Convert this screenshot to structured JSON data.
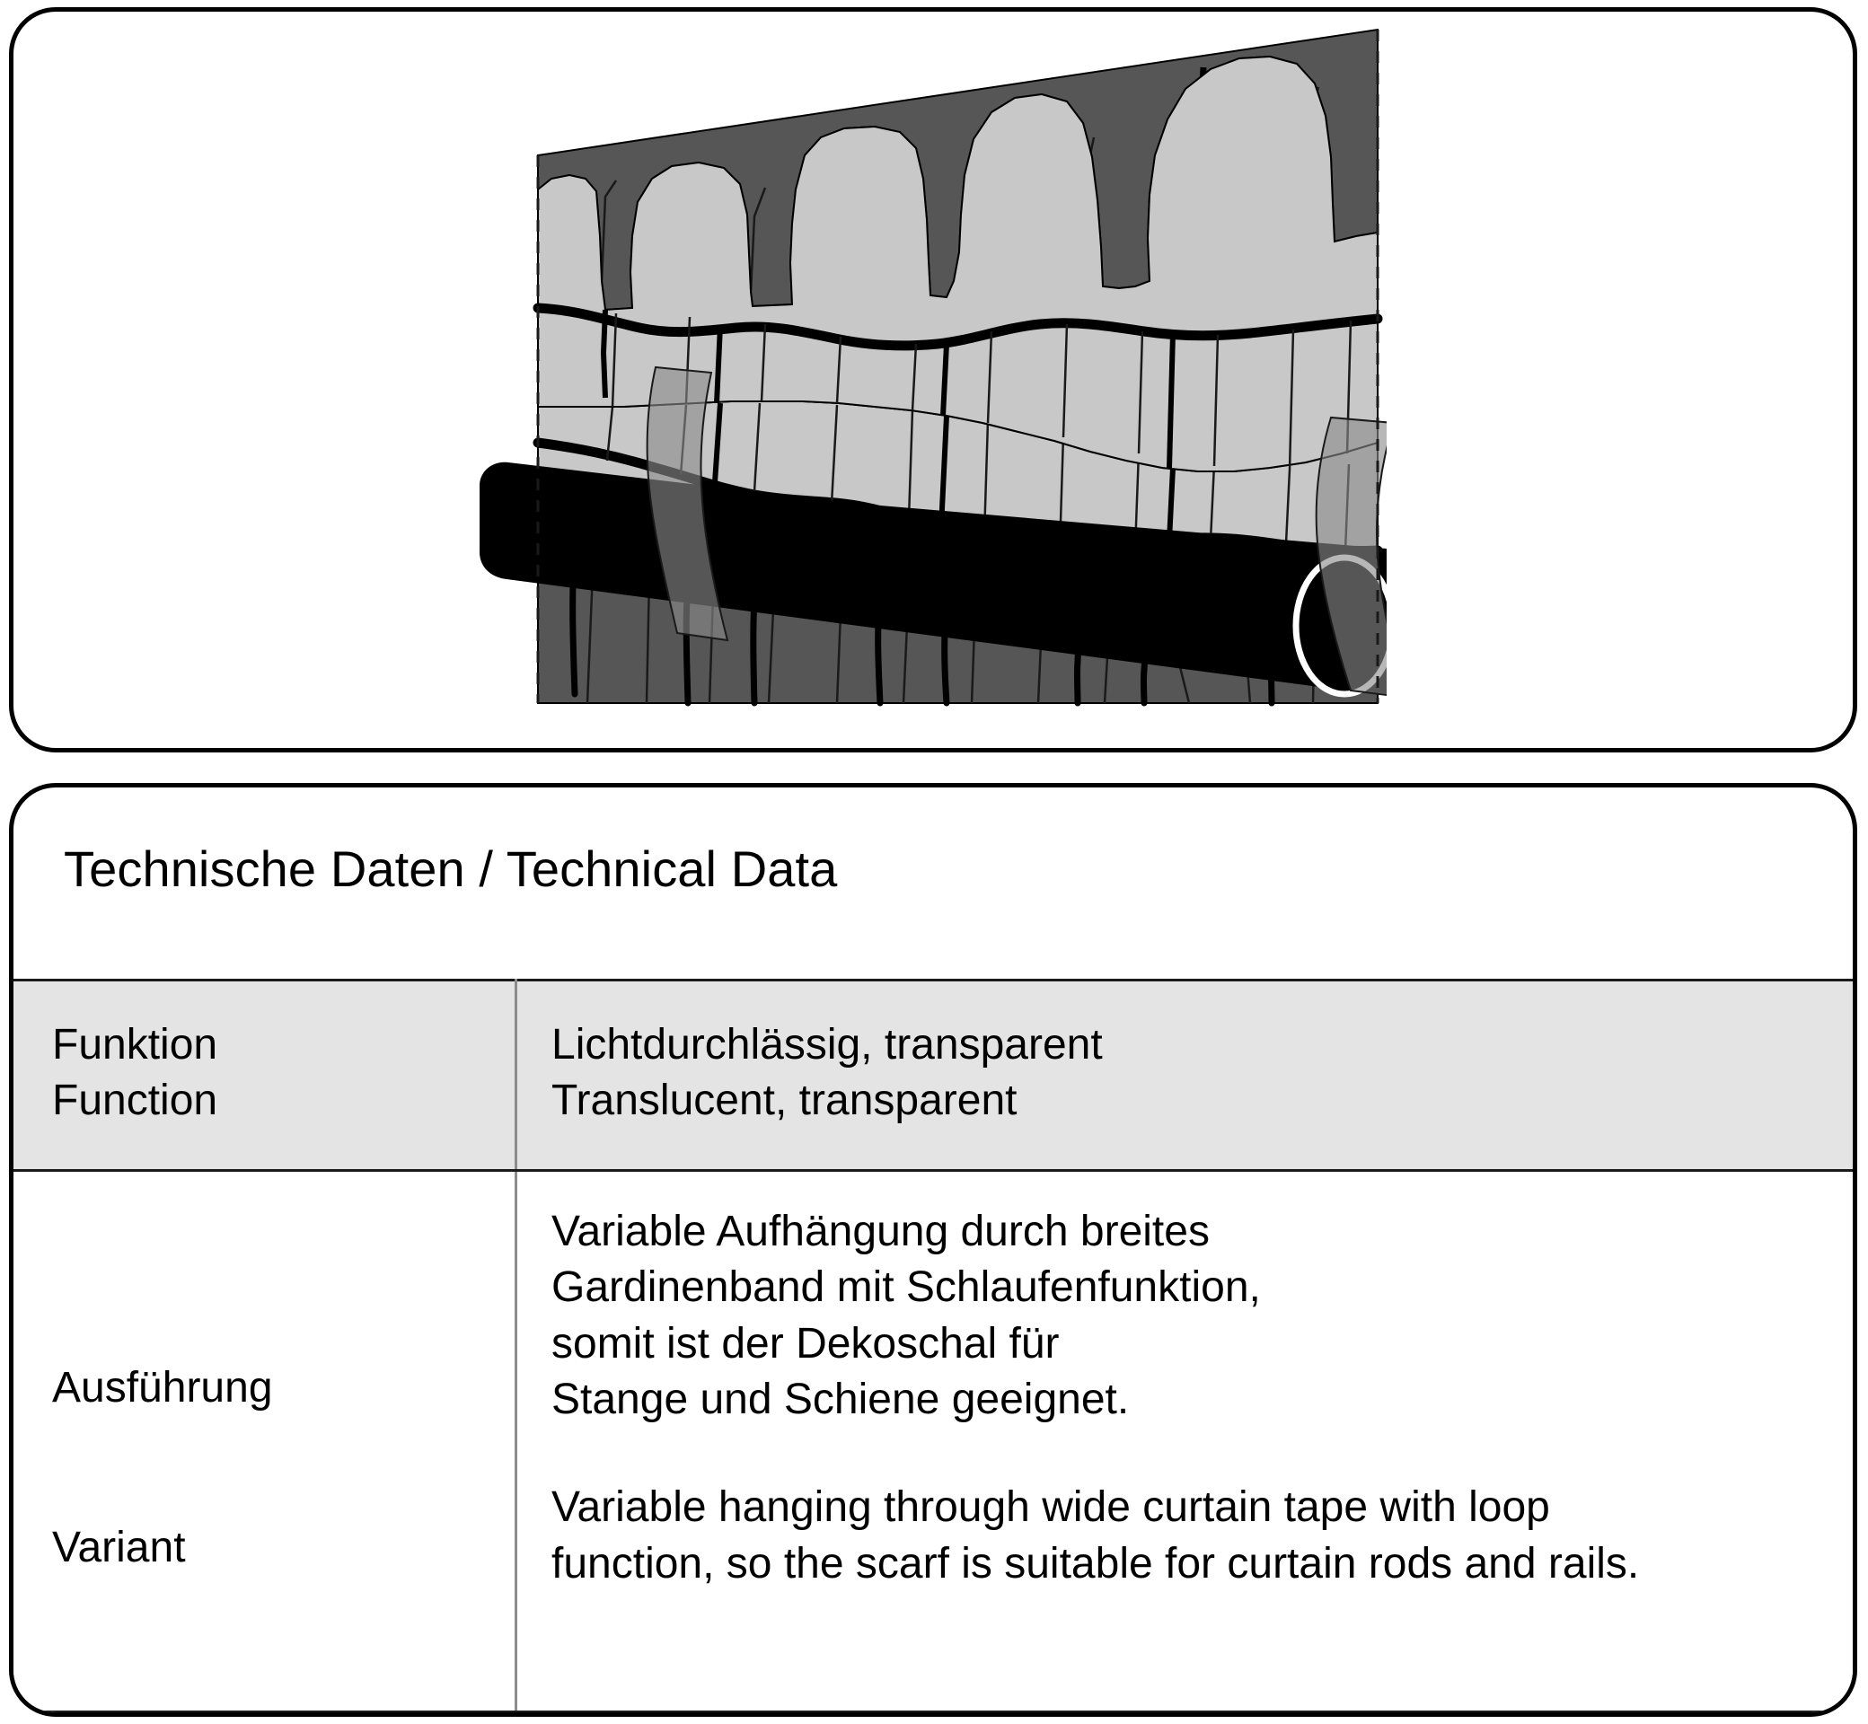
{
  "illustration": {
    "name": "curtain-with-rod-illustration",
    "description": "Sheer curtain hanging from a round curtain rod through a wide curtain tape",
    "colors": {
      "fabric_dark": "#565656",
      "fabric_tape_light": "#c8c8c8",
      "rod_black": "#000000",
      "translucent_overlap": "#8a8a8a",
      "outline": "#000000"
    }
  },
  "data_panel": {
    "title": "Technische Daten / Technical Data",
    "colors": {
      "row_shaded_bg": "#e4e4e4",
      "row_plain_bg": "#ffffff",
      "rule": "#1a1a1a",
      "column_divider": "#8c8c8c",
      "panel_border": "#000000"
    },
    "rows": [
      {
        "label_de": "Funktion",
        "label_en": "Function",
        "value_de_lines": [
          "Lichtdurchlässig, transparent"
        ],
        "value_en_lines": [
          "Translucent, transparent"
        ]
      },
      {
        "label_de": "Ausführung",
        "label_en": "Variant",
        "value_de_lines": [
          "Variable Aufhängung durch breites",
          "Gardinenband mit Schlaufenfunktion,",
          "somit ist der Dekoschal für",
          "Stange und Schiene geeignet."
        ],
        "value_en_lines": [
          "Variable hanging through wide curtain tape with loop",
          "function, so the scarf is suitable for curtain rods and rails."
        ]
      }
    ]
  }
}
